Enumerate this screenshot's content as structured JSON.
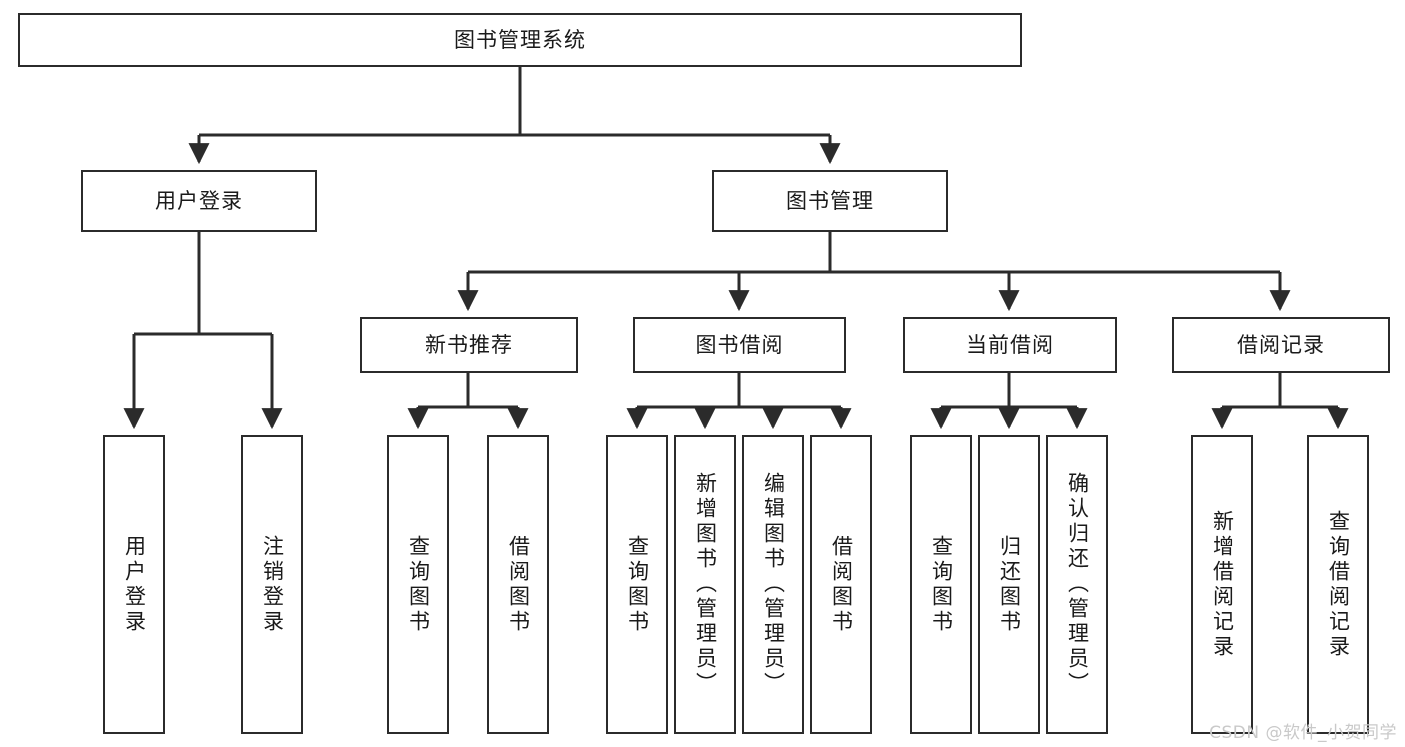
{
  "diagram": {
    "title": "图书管理系统",
    "root": {
      "label": "图书管理系统"
    },
    "level2": [
      {
        "label": "用户登录"
      },
      {
        "label": "图书管理"
      }
    ],
    "level3": [
      {
        "label": "新书推荐"
      },
      {
        "label": "图书借阅"
      },
      {
        "label": "当前借阅"
      },
      {
        "label": "借阅记录"
      }
    ],
    "leaves": {
      "user_login": [
        {
          "label": "用户登录"
        },
        {
          "label": "注销登录"
        }
      ],
      "new_book_recommend": [
        {
          "label": "查询图书"
        },
        {
          "label": "借阅图书"
        }
      ],
      "book_borrow": [
        {
          "label": "查询图书"
        },
        {
          "label": "新增图书（管理员）"
        },
        {
          "label": "编辑图书（管理员）"
        },
        {
          "label": "借阅图书"
        }
      ],
      "current_borrow": [
        {
          "label": "查询图书"
        },
        {
          "label": "归还图书"
        },
        {
          "label": "确认归还（管理员）"
        }
      ],
      "borrow_record": [
        {
          "label": "新增借阅记录"
        },
        {
          "label": "查询借阅记录"
        }
      ]
    },
    "watermark": "CSDN @软件_小贺同学",
    "colors": {
      "stroke": "#2b2b2b",
      "fill": "#ffffff",
      "text": "#1a1a1a",
      "watermark": "#c9c9c9"
    }
  }
}
